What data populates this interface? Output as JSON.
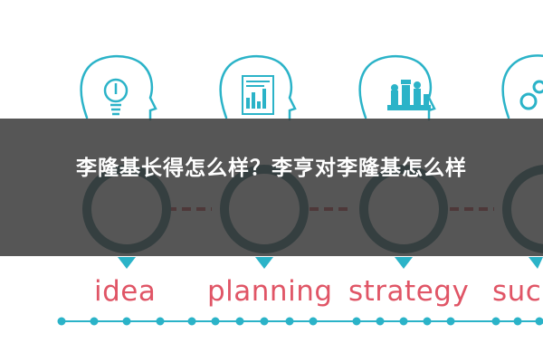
{
  "banner": {
    "title": "李隆基长得怎么样？李亨对李隆基怎么样"
  },
  "steps": [
    {
      "label": "idea",
      "icon": "lightbulb-icon"
    },
    {
      "label": "planning",
      "icon": "document-chart-icon"
    },
    {
      "label": "strategy",
      "icon": "chess-pieces-icon"
    },
    {
      "label": "succ",
      "icon": "gears-icon"
    }
  ],
  "colors": {
    "teal": "#2bb3c8",
    "dark_teal": "#155a64",
    "label_red": "#e05566",
    "banner_bg": "#3a3a3a",
    "dash_red": "#c62a35"
  }
}
